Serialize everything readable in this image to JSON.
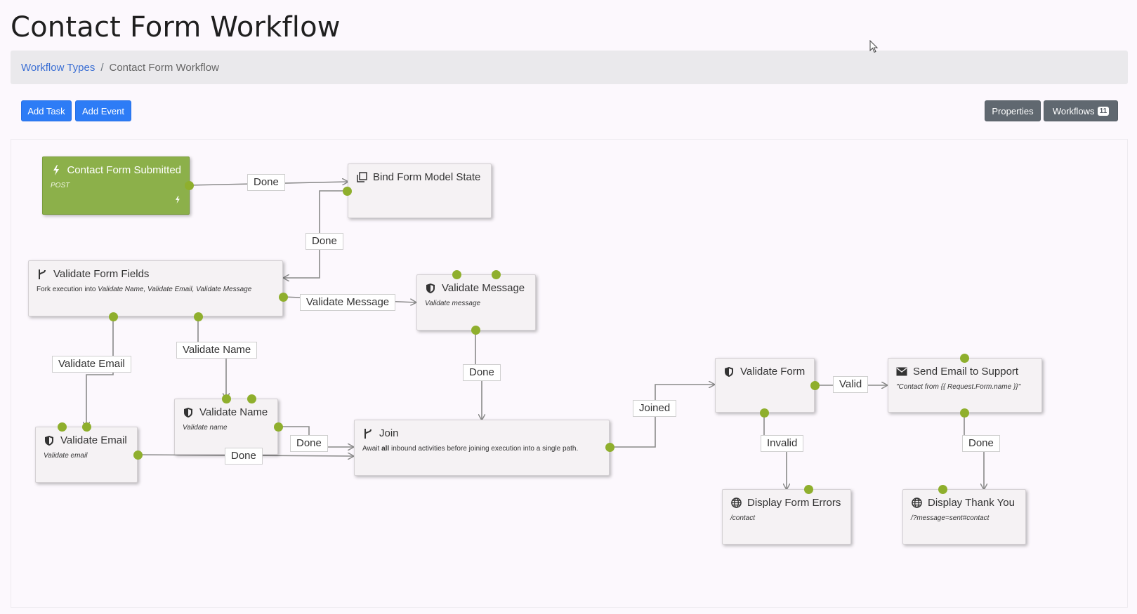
{
  "page": {
    "title": "Contact Form Workflow"
  },
  "breadcrumb": {
    "parent": "Workflow Types",
    "separator": "/",
    "current": "Contact Form Workflow"
  },
  "toolbar": {
    "add_task": "Add Task",
    "add_event": "Add Event",
    "properties": "Properties",
    "workflows": "Workflows",
    "workflows_count": "11"
  },
  "colors": {
    "accent": "#2d7cf6",
    "event": "#8cb04a",
    "connector": "#8faf2d",
    "secondary": "#606870"
  },
  "nodes": {
    "contact_submitted": {
      "title": "Contact Form Submitted",
      "desc": "POST",
      "icon": "bolt-icon"
    },
    "bind_form": {
      "title": "Bind Form Model State",
      "icon": "copy-icon"
    },
    "validate_fields": {
      "title": "Validate Form Fields",
      "desc_prefix": "Fork execution into ",
      "desc_items": "Validate Name, Validate Email, Validate Message",
      "icon": "fork-icon"
    },
    "validate_message": {
      "title": "Validate Message",
      "desc": "Validate message",
      "icon": "shield-icon"
    },
    "validate_name": {
      "title": "Validate Name",
      "desc": "Validate name",
      "icon": "shield-icon"
    },
    "validate_email": {
      "title": "Validate Email",
      "desc": "Validate email",
      "icon": "shield-icon"
    },
    "join": {
      "title": "Join",
      "desc_pre": "Await ",
      "desc_bold": "all",
      "desc_post": " inbound activities before joining execution into a single path.",
      "icon": "fork-icon"
    },
    "validate_form": {
      "title": "Validate Form",
      "icon": "shield-icon"
    },
    "send_email": {
      "title": "Send Email to Support",
      "desc": "\"Contact from {{ Request.Form.name }}\"",
      "icon": "envelope-icon"
    },
    "display_errors": {
      "title": "Display Form Errors",
      "desc": "/contact",
      "icon": "globe-icon"
    },
    "display_thanks": {
      "title": "Display Thank You",
      "desc": "/?message=sent#contact",
      "icon": "globe-icon"
    }
  },
  "edge_labels": {
    "done_1": "Done",
    "done_2": "Done",
    "validate_message": "Validate Message",
    "validate_email": "Validate Email",
    "validate_name": "Validate Name",
    "done_msg": "Done",
    "done_name": "Done",
    "done_email": "Done",
    "joined": "Joined",
    "valid": "Valid",
    "invalid": "Invalid",
    "done_send": "Done"
  }
}
